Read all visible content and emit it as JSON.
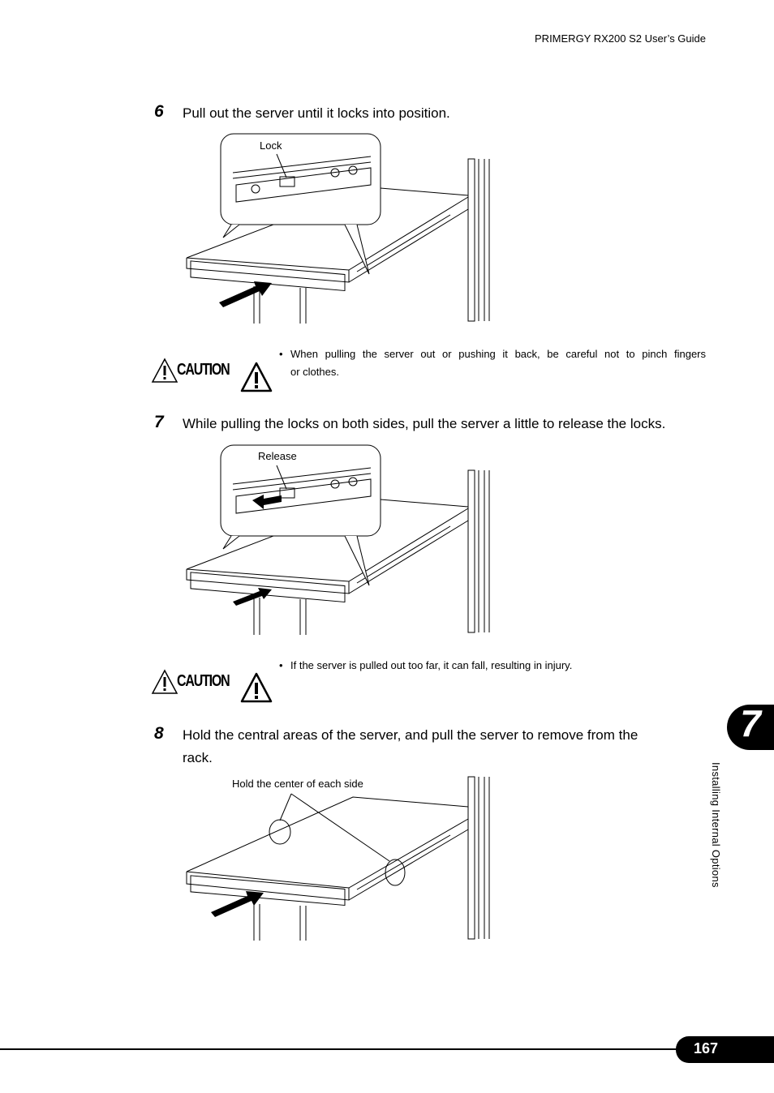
{
  "header": {
    "title": "PRIMERGY RX200 S2 User’s Guide"
  },
  "steps": [
    {
      "number": "6",
      "text": "Pull out the server until it locks into position.",
      "figure_label": "Lock"
    },
    {
      "number": "7",
      "text": "While pulling the locks on both sides, pull the server a little to release the locks.",
      "figure_label": "Release"
    },
    {
      "number": "8",
      "text_line1": "Hold the central areas of the server, and pull the server to remove from the",
      "text_line2": "rack.",
      "figure_label": "Hold the center of each side"
    }
  ],
  "cautions": [
    {
      "label": "CAUTION",
      "bullet": "•",
      "line1": "When pulling the server out or pushing it back, be careful not to pinch fingers",
      "line2": "or clothes."
    },
    {
      "label": "CAUTION",
      "bullet": "•",
      "line1": "If the server is pulled out too far, it can fall, resulting in injury."
    }
  ],
  "sidebar": {
    "chapter_number": "7",
    "chapter_title": "Installing Internal Options"
  },
  "footer": {
    "page_number": "167"
  },
  "icons": {
    "caution": "warning-triangle-icon",
    "figure": "server-rack-illustration"
  }
}
